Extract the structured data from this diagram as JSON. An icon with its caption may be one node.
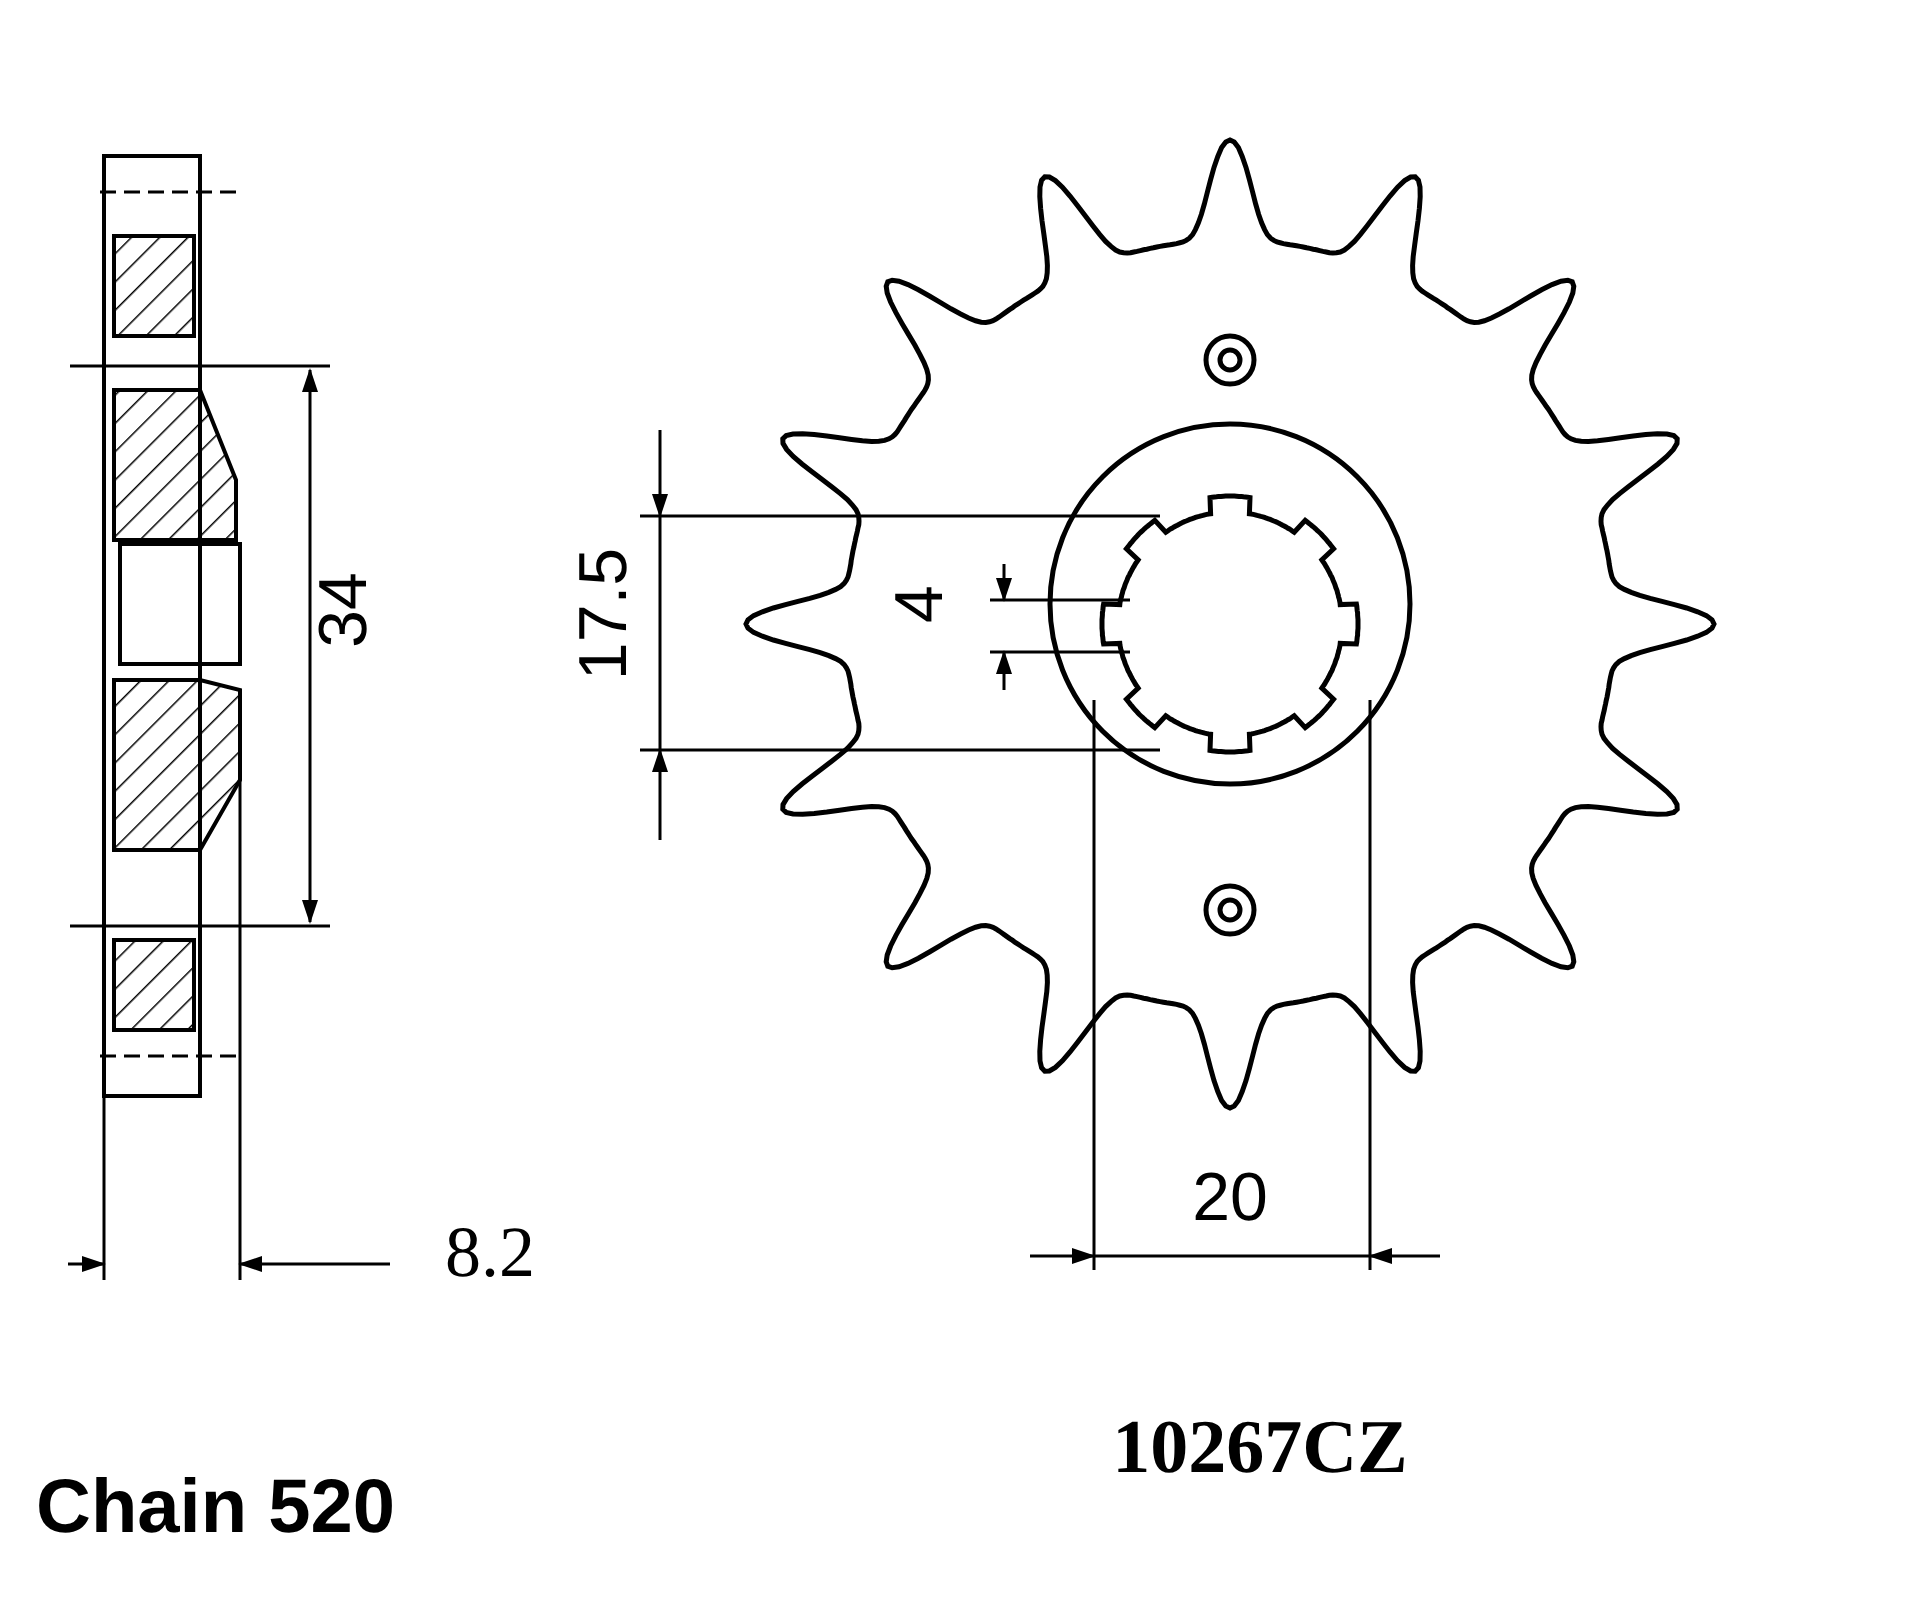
{
  "diagram": {
    "labels": [
      "34",
      "17.5",
      "4",
      "20",
      "8.2",
      "10267CZ",
      "Chain 520"
    ]
  }
}
